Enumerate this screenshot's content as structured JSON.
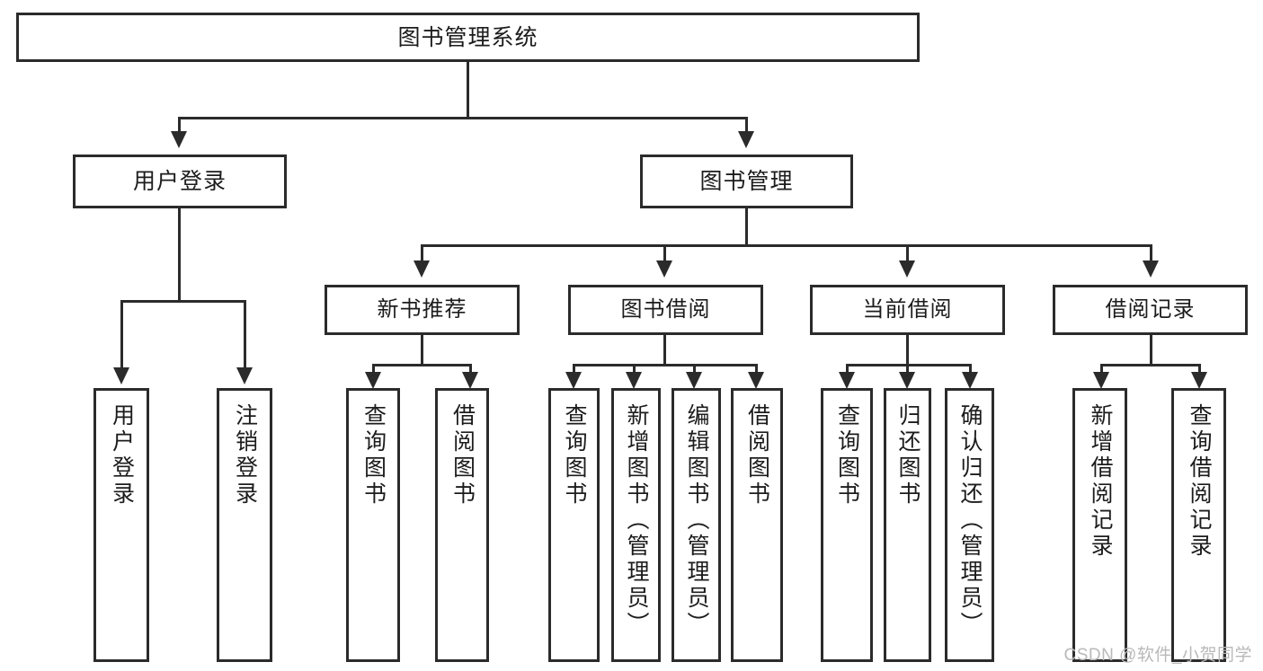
{
  "diagram": {
    "title": "图书管理系统",
    "type": "tree-hierarchy-chart",
    "orientation": "top-down",
    "colors": {
      "stroke": "#2b2b2b",
      "fill": "#ffffff",
      "text": "#1c1c1c",
      "watermark": "#b9b9b9"
    }
  },
  "watermark": {
    "text": "CSDN @软件_小贺同学"
  },
  "nodes": {
    "root": {
      "label": "图书管理系统"
    },
    "level2": [
      {
        "id": "user-login",
        "label": "用户登录"
      },
      {
        "id": "book-manage",
        "label": "图书管理"
      }
    ],
    "level3": [
      {
        "id": "new-book-recommend",
        "label": "新书推荐"
      },
      {
        "id": "book-borrow",
        "label": "图书借阅"
      },
      {
        "id": "current-borrow",
        "label": "当前借阅"
      },
      {
        "id": "borrow-record",
        "label": "借阅记录"
      }
    ],
    "leaves": [
      {
        "id": "leaf-user-login",
        "parent": "user-login",
        "label": "用户登录"
      },
      {
        "id": "leaf-user-logout",
        "parent": "user-login",
        "label": "注销登录"
      },
      {
        "id": "leaf-query-book-1",
        "parent": "new-book-recommend",
        "label": "查询图书"
      },
      {
        "id": "leaf-borrow-book-1",
        "parent": "new-book-recommend",
        "label": "借阅图书"
      },
      {
        "id": "leaf-query-book-2",
        "parent": "book-borrow",
        "label": "查询图书"
      },
      {
        "id": "leaf-add-book-admin",
        "parent": "book-borrow",
        "label": "新增图书（管理员）"
      },
      {
        "id": "leaf-edit-book-admin",
        "parent": "book-borrow",
        "label": "编辑图书（管理员）"
      },
      {
        "id": "leaf-borrow-book-2",
        "parent": "book-borrow",
        "label": "借阅图书"
      },
      {
        "id": "leaf-query-book-3",
        "parent": "current-borrow",
        "label": "查询图书"
      },
      {
        "id": "leaf-return-book",
        "parent": "current-borrow",
        "label": "归还图书"
      },
      {
        "id": "leaf-confirm-return-admin",
        "parent": "current-borrow",
        "label": "确认归还（管理员）"
      },
      {
        "id": "leaf-add-borrow-record",
        "parent": "borrow-record",
        "label": "新增借阅记录"
      },
      {
        "id": "leaf-query-borrow-record",
        "parent": "borrow-record",
        "label": "查询借阅记录"
      }
    ]
  }
}
